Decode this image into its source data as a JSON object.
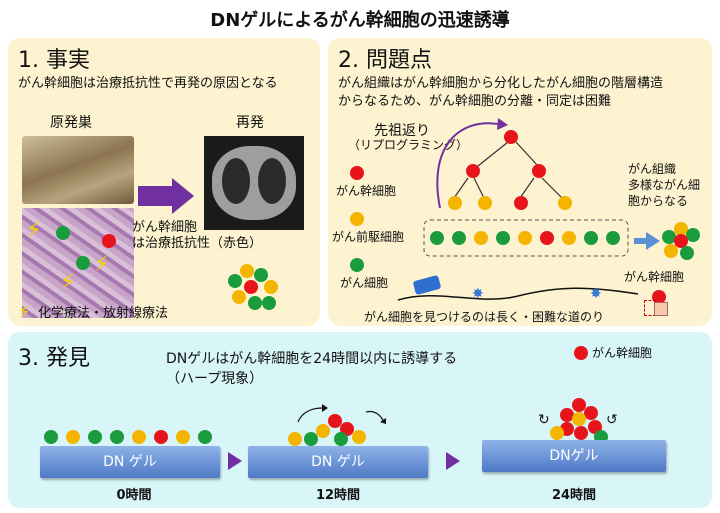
{
  "title": "DNゲルによるがん幹細胞の迅速誘導",
  "panel1": {
    "heading": "1. 事実",
    "subtitle": "がん幹細胞は治療抵抗性で再発の原因となる",
    "label_primary": "原発巣",
    "label_relapse": "再発",
    "stem_note_line1": "がん幹細胞",
    "stem_note_line2": "は治療抵抗性（赤色）",
    "legend": "化学療法・放射線療法"
  },
  "panel2": {
    "heading": "2. 問題点",
    "text_line1": "がん組織はがん幹細胞から分化したがん細胞の階層構造",
    "text_line2": "からなるため、がん幹細胞の分離・同定は困難",
    "reprogram_label": "先祖返り",
    "reprogram_sub": "（リプログラミング）",
    "legend_stem": "がん幹細胞",
    "legend_progenitor": "がん前駆細胞",
    "legend_cancer": "がん細胞",
    "right_line1": "がん組織",
    "right_line2": "多様ながん細",
    "right_line3": "胞からなる",
    "stem_label": "がん幹細胞",
    "road_caption": "がん細胞を見つけるのは長く・困難な道のり"
  },
  "panel3": {
    "heading": "3. 発見",
    "finding_line1": "DNゲルはがん幹細胞を24時間以内に誘導する",
    "finding_line2": "（ハープ現象）",
    "legend_stem": "がん幹細胞",
    "gel1": "DN ゲル",
    "gel2": "DN ゲル",
    "gel3": "DNゲル",
    "time1": "0時間",
    "time2": "12時間",
    "time3": "24時間"
  },
  "colors": {
    "red": "#e8141c",
    "orange": "#f4b400",
    "green": "#1a9c3c",
    "purple": "#7030a0",
    "blue_arrow": "#5b8fd6",
    "gel": "#6f97dc"
  }
}
